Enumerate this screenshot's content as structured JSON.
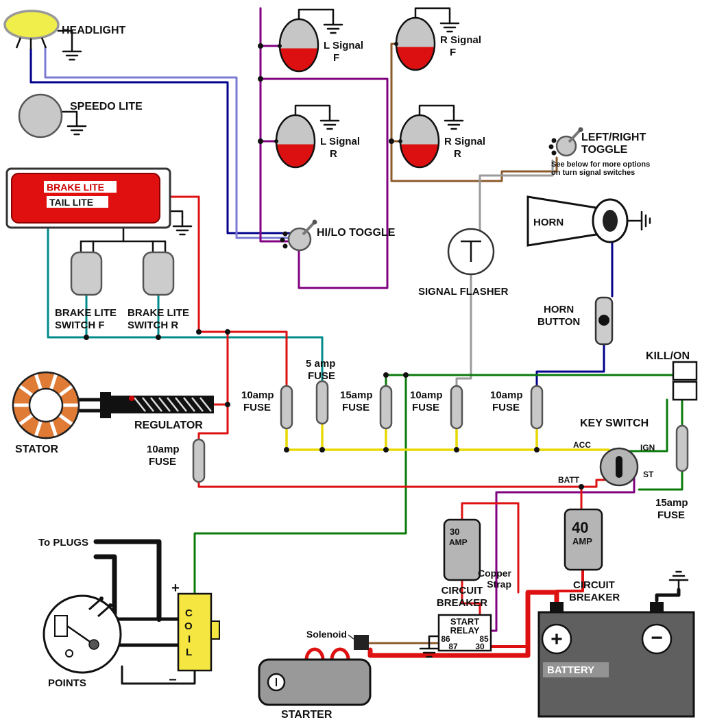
{
  "wire_colors": {
    "navy_blue": "#00008b",
    "slate_blue": "#7b7bd4",
    "purple": "#800080",
    "brown": "#8b5a2b",
    "gray": "#9a9a9a",
    "teal": "#008b8b",
    "green": "#0a7a0a",
    "yellow": "#e8d900",
    "red": "#dd1111",
    "black": "#111111"
  },
  "component_colors": {
    "headlight_lens": "#f0ee4a",
    "signal_lens_top": "#c6c6c6",
    "signal_lens_bottom": "#dc1010",
    "brake_box": "#e01010",
    "coil_body": "#f5e642",
    "stator_ring": "#e07b36",
    "battery_case": "#5f5f5f",
    "fuse_body": "#c8c8c8"
  },
  "labels": {
    "headlight": "HEADLIGHT",
    "speedo": "SPEEDO LITE",
    "brake_lite": "BRAKE LITE",
    "tail_lite": "TAIL LITE",
    "signal_lf": [
      "L Signal",
      "F"
    ],
    "signal_rf": [
      "R Signal",
      "F"
    ],
    "signal_lr": [
      "L Signal",
      "R"
    ],
    "signal_rr": [
      "R Signal",
      "R"
    ],
    "lr_toggle": [
      "LEFT/RIGHT",
      "TOGGLE"
    ],
    "lr_toggle_note": [
      "See below for more options",
      "on turn signal switches"
    ],
    "hilo_toggle": "HI/LO TOGGLE",
    "signal_flasher": "SIGNAL FLASHER",
    "horn": "HORN",
    "horn_button": [
      "HORN",
      "BUTTON"
    ],
    "kill_on": "KILL/ON",
    "key_switch": "KEY SWITCH",
    "key_terminals": {
      "acc": "ACC",
      "ign": "IGN",
      "batt": "BATT",
      "st": "ST"
    },
    "brake_switch_f": [
      "BRAKE LITE",
      "SWITCH  F"
    ],
    "brake_switch_r": [
      "BRAKE LITE",
      "SWITCH  R"
    ],
    "stator": "STATOR",
    "regulator": "REGULATOR",
    "fuse_10_brake": [
      "10amp",
      "FUSE"
    ],
    "fuse_5": [
      "5 amp",
      "FUSE"
    ],
    "fuse_15": [
      "15amp",
      "FUSE"
    ],
    "fuse_10_flasher": [
      "10amp",
      "FUSE"
    ],
    "fuse_10_horn": [
      "10amp",
      "FUSE"
    ],
    "fuse_10_main": [
      "10amp",
      "FUSE"
    ],
    "fuse_15_right": [
      "15amp",
      "FUSE"
    ],
    "to_plugs": "To PLUGS",
    "points": "POINTS",
    "coil_letters": [
      "C",
      "O",
      "I",
      "L"
    ],
    "coil_plus": "+",
    "coil_minus": "−",
    "solenoid": "Solenoid",
    "starter": "STARTER",
    "start_relay": [
      "START",
      "RELAY"
    ],
    "relay_terminals": {
      "t86": "86",
      "t87": "87",
      "t85": "85",
      "t30": "30"
    },
    "breaker_30": {
      "value": "30",
      "unit": "AMP"
    },
    "breaker_40": {
      "value": "40",
      "unit": "AMP"
    },
    "circuit_breaker": [
      "CIRCUIT",
      "BREAKER"
    ],
    "copper_strap": [
      "Copper",
      "Strap"
    ],
    "battery": "BATTERY",
    "battery_plus": "+",
    "battery_minus": "−"
  }
}
